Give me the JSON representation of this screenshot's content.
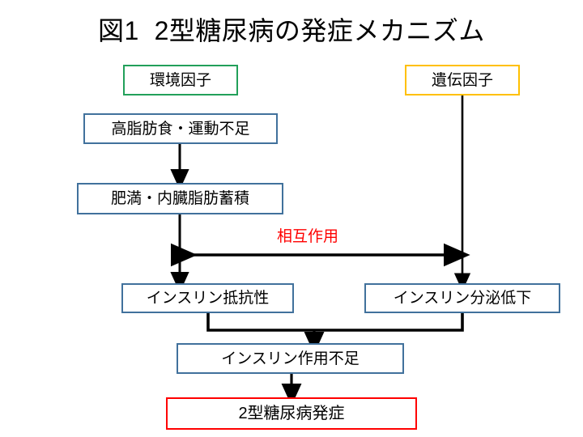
{
  "figure": {
    "title": "図1  2型糖尿病の発症メカニズム",
    "background": "#ffffff"
  },
  "colors": {
    "blue_border": "#41719C",
    "green_border": "#22A05A",
    "yellow_border": "#FFC000",
    "red_border": "#FF0000",
    "annotation_red": "#FF0000",
    "arrow_black": "#000000"
  },
  "nodes": {
    "environment_factor": {
      "label": "環境因子",
      "border_color": "#22A05A"
    },
    "high_fat_diet": {
      "label": "高脂肪食・運動不足",
      "border_color": "#41719C"
    },
    "obesity": {
      "label": "肥満・内臓脂肪蓄積",
      "border_color": "#41719C"
    },
    "genetic_factor": {
      "label": "遺伝因子",
      "border_color": "#FFC000"
    },
    "insulin_resistance": {
      "label": "インスリン抵抗性",
      "border_color": "#41719C"
    },
    "insulin_secretion_decline": {
      "label": "インスリン分泌低下",
      "border_color": "#41719C"
    },
    "insulin_action_deficiency": {
      "label": "インスリン作用不足",
      "border_color": "#41719C"
    },
    "type2_diabetes_onset": {
      "label": "2型糖尿病発症",
      "border_color": "#FF0000"
    }
  },
  "annotations": {
    "interaction": {
      "label": "相互作用",
      "color": "#FF0000"
    }
  },
  "edges": [
    {
      "name": "high-fat-diet-to-obesity",
      "type": "arrow-down"
    },
    {
      "name": "obesity-to-insulin-resistance",
      "type": "arrow-down"
    },
    {
      "name": "genetic-factor-to-insulin-secretion-decline",
      "type": "arrow-down"
    },
    {
      "name": "insulin-resistance-to-insulin-secretion-decline",
      "type": "arrow-bidirectional"
    },
    {
      "name": "insulin-resistance-and-secretion-to-action-deficiency",
      "type": "merge-arrow-down"
    },
    {
      "name": "insulin-action-deficiency-to-onset",
      "type": "arrow-down"
    }
  ]
}
